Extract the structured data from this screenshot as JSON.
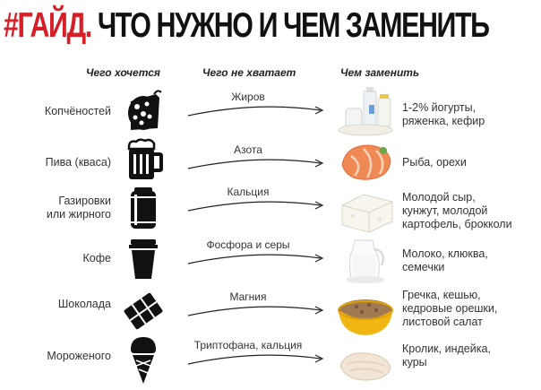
{
  "title": {
    "hash": "#ГАЙД.",
    "rest": "ЧТО НУЖНО И ЧЕМ ЗАМЕНИТЬ"
  },
  "headers": {
    "want": "Чего хочется",
    "lack": "Чего не хватает",
    "replace": "Чем заменить"
  },
  "rows": [
    {
      "want": "Копчёностей",
      "icon": "sausage-icon",
      "lack": "Жиров",
      "food": "dairy-bottles-image",
      "replace": [
        "1-2% йогурты,",
        "ряженка, кефир"
      ]
    },
    {
      "want": "Пива (кваса)",
      "icon": "beer-mug-icon",
      "lack": "Азота",
      "food": "salmon-steak-image",
      "replace": [
        "Рыба, орехи"
      ]
    },
    {
      "want": "Газировки\nили жирного",
      "icon": "soda-can-icon",
      "lack": "Кальция",
      "food": "cheese-block-image",
      "replace": [
        "Молодой сыр,",
        "кунжут, молодой",
        "картофель, брокколи"
      ]
    },
    {
      "want": "Кофе",
      "icon": "coffee-cup-icon",
      "lack": "Фосфора и серы",
      "food": "milk-jug-image",
      "replace": [
        "Молоко, клюква,",
        "семечки"
      ]
    },
    {
      "want": "Шоколада",
      "icon": "chocolate-bar-icon",
      "lack": "Магния",
      "food": "buckwheat-bowl-image",
      "replace": [
        "Гречка, кешью,",
        "кедровые орешки,",
        "листовой салат"
      ]
    },
    {
      "want": "Мороженого",
      "icon": "ice-cream-cone-icon",
      "lack": "Триптофана, кальция",
      "food": "chicken-meat-image",
      "replace": [
        "Кролик, индейка,",
        "куры"
      ]
    }
  ]
}
